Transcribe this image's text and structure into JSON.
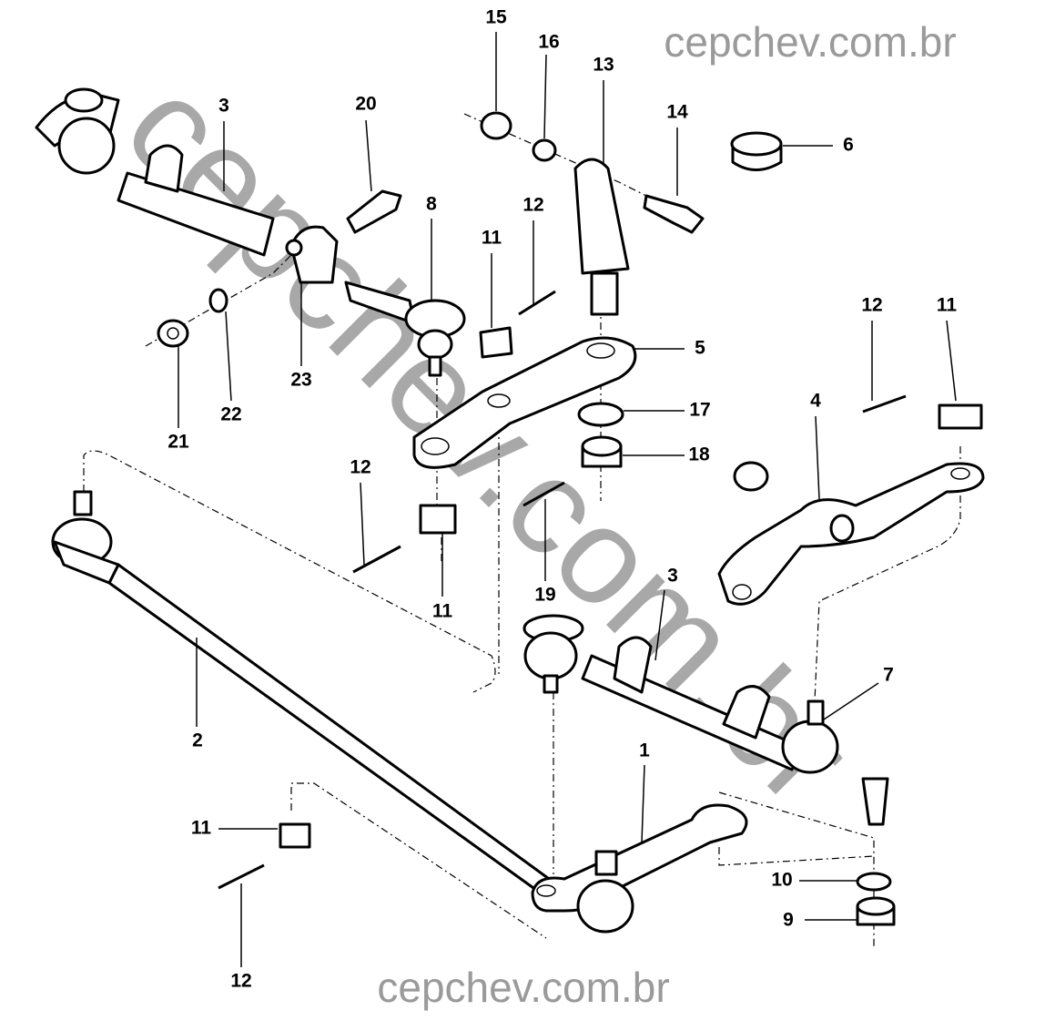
{
  "watermark": {
    "text": "cepchev.com.br",
    "color": "#9a9a9a"
  },
  "labels": [
    "15",
    "16",
    "13",
    "14",
    "6",
    "3",
    "20",
    "8",
    "12",
    "11",
    "12",
    "11",
    "5",
    "4",
    "17",
    "18",
    "12",
    "21",
    "22",
    "23",
    "11",
    "19",
    "3",
    "7",
    "2",
    "1",
    "11",
    "10",
    "9",
    "12"
  ]
}
